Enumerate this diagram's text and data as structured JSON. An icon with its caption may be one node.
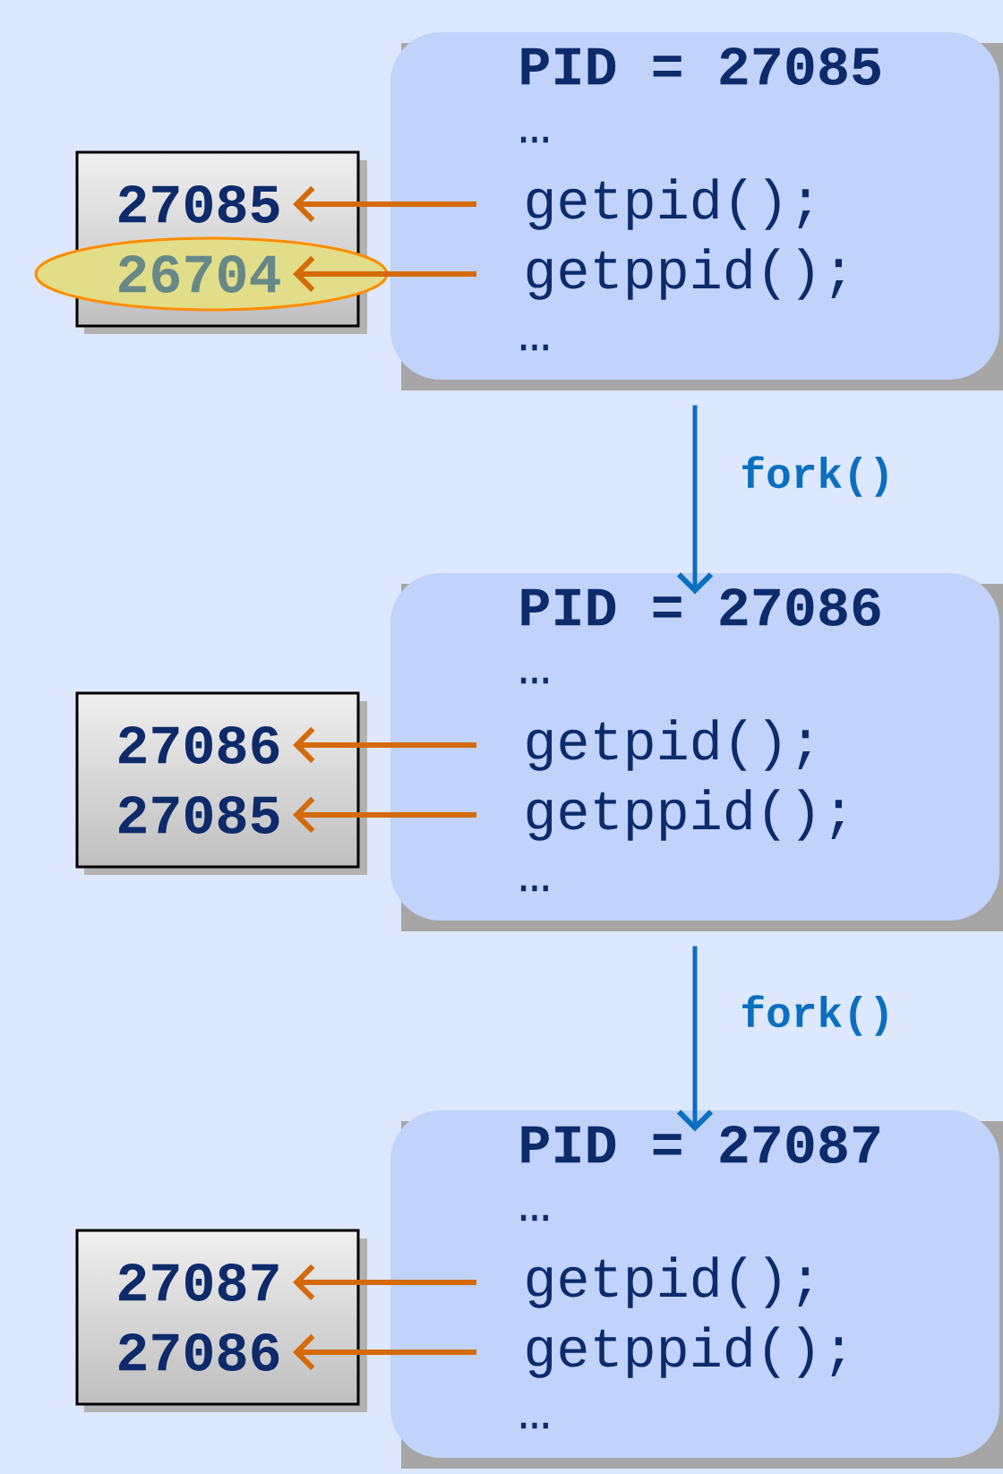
{
  "diagram": {
    "nodes": [
      {
        "text": [],
        "shape": "box"
      },
      {
        "text": [
          "27085"
        ],
        "in": 0
      },
      {
        "text": [
          "26704"
        ],
        "in": 0
      },
      {
        "text": [
          "PID = 27085",
          "…",
          "…"
        ]
      },
      {
        "text": [
          "getpid();"
        ],
        "in": 3
      },
      {
        "text": [
          "getppid();"
        ],
        "in": 3
      },
      {
        "text": [],
        "shape": "box"
      },
      {
        "text": [
          "27086"
        ],
        "in": 6
      },
      {
        "text": [
          "27085"
        ],
        "in": 6
      },
      {
        "text": [
          "PID = 27086",
          "…",
          "…"
        ]
      },
      {
        "text": [
          "getpid();"
        ],
        "in": 9
      },
      {
        "text": [
          "getppid();"
        ],
        "in": 9
      },
      {
        "text": [],
        "shape": "box"
      },
      {
        "text": [
          "27087"
        ],
        "in": 12
      },
      {
        "text": [
          "27086"
        ],
        "in": 12
      },
      {
        "text": [
          "PID = 27087",
          "…",
          "…"
        ]
      },
      {
        "text": [
          "getpid();"
        ],
        "in": 15
      },
      {
        "text": [
          "getppid();"
        ],
        "in": 15
      }
    ],
    "edges": [
      {
        "from": 4,
        "to": 1,
        "arrow": "to"
      },
      {
        "from": 5,
        "to": 2,
        "arrow": "to"
      },
      {
        "from": 3,
        "to": 9,
        "arrow": "to",
        "label": "fork()",
        "color": "#0b6fc0"
      },
      {
        "from": 10,
        "to": 7,
        "arrow": "to"
      },
      {
        "from": 11,
        "to": 8,
        "arrow": "to"
      },
      {
        "from": 9,
        "to": 15,
        "arrow": "to",
        "label": "fork()",
        "color": "#0b6fc0"
      },
      {
        "from": 16,
        "to": 13,
        "arrow": "to"
      },
      {
        "from": 17,
        "to": 14,
        "arrow": "to"
      }
    ]
  }
}
